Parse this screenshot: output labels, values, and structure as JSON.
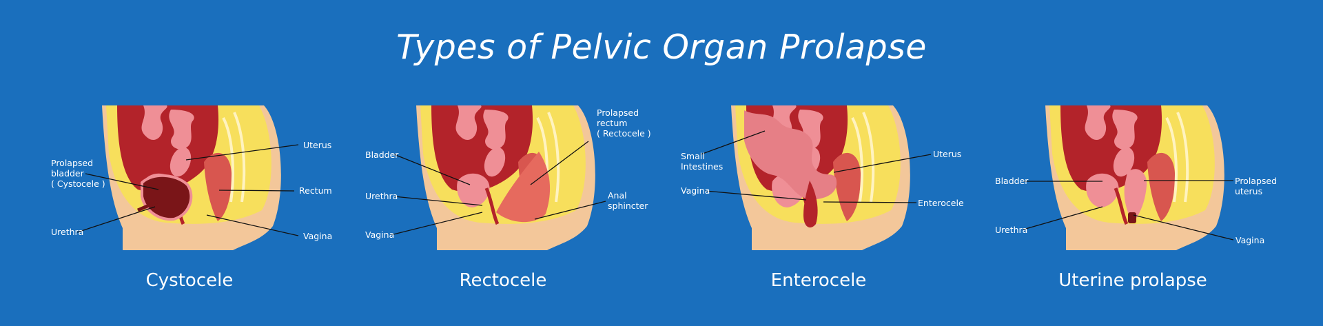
{
  "title": "Types of Pelvic Organ Prolapse",
  "colors": {
    "background": "#1a6fbd",
    "skin": "#f3c79a",
    "fat": "#f7df5c",
    "cavity": "#b3232a",
    "organ_pink": "#ef8f96",
    "organ_dark": "#7a1518",
    "muscle": "#d8564f"
  },
  "panels": [
    {
      "caption": "Cystocele",
      "labels": {
        "uterus": "Uterus",
        "prolapsed_bladder": "Prolapsed\nbladder\n( Cystocele )",
        "rectum": "Rectum",
        "urethra": "Urethra",
        "vagina": "Vagina"
      }
    },
    {
      "caption": "Rectocele",
      "labels": {
        "prolapsed_rectum": "Prolapsed\nrectum\n( Rectocele )",
        "bladder": "Bladder",
        "urethra": "Urethra",
        "anal_sphincter": "Anal\nsphincter",
        "vagina": "Vagina"
      }
    },
    {
      "caption": "Enterocele",
      "labels": {
        "small_intestines": "Small\nIntestines",
        "uterus": "Uterus",
        "vagina": "Vagina",
        "enterocele": "Enterocele"
      }
    },
    {
      "caption": "Uterine prolapse",
      "labels": {
        "bladder": "Bladder",
        "prolapsed_uterus": "Prolapsed\nuterus",
        "urethra": "Urethra",
        "vagina": "Vagina"
      }
    }
  ]
}
